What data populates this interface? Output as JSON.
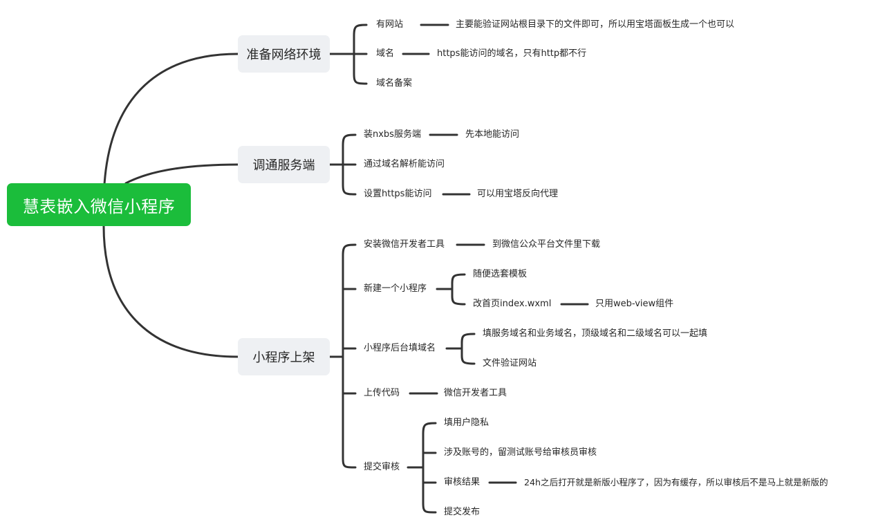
{
  "root": {
    "label": "慧表嵌入微信小程序"
  },
  "branches": [
    {
      "label": "准备网络环境",
      "children": [
        {
          "label": "有网站",
          "note": "主要能验证网站根目录下的文件即可，所以用宝塔面板生成一个也可以"
        },
        {
          "label": "域名",
          "note": "https能访问的域名，只有http都不行"
        },
        {
          "label": "域名备案"
        }
      ]
    },
    {
      "label": "调通服务端",
      "children": [
        {
          "label": "装nxbs服务端",
          "note": "先本地能访问"
        },
        {
          "label": "通过域名解析能访问"
        },
        {
          "label": "设置https能访问",
          "note": "可以用宝塔反向代理"
        }
      ]
    },
    {
      "label": "小程序上架",
      "children": [
        {
          "label": "安装微信开发者工具",
          "note": "到微信公众平台文件里下载"
        },
        {
          "label": "新建一个小程序",
          "items": [
            {
              "label": "随便选套模板"
            },
            {
              "label": "改首页index.wxml",
              "note": "只用web-view组件"
            }
          ]
        },
        {
          "label": "小程序后台填域名",
          "items": [
            {
              "label": "填服务域名和业务域名，顶级域名和二级域名可以一起填"
            },
            {
              "label": "文件验证网站"
            }
          ]
        },
        {
          "label": "上传代码",
          "note": "微信开发者工具"
        },
        {
          "label": "提交审核",
          "items": [
            {
              "label": "填用户隐私"
            },
            {
              "label": "涉及账号的，留测试账号给审核员审核"
            },
            {
              "label": "审核结果",
              "note": "24h之后打开就是新版小程序了，因为有缓存，所以审核后不是马上就是新版的"
            },
            {
              "label": "提交发布"
            }
          ]
        }
      ]
    }
  ],
  "colors": {
    "root_bg": "#1bbd3b",
    "branch_bg": "#eef0f3",
    "line": "#333333",
    "text": "#262626"
  }
}
